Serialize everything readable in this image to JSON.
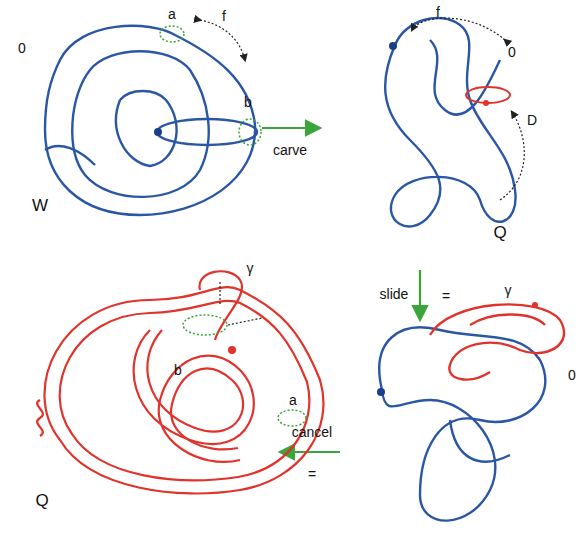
{
  "diagram": {
    "labels": [
      "0",
      "a",
      "f",
      "b",
      "W",
      "carve",
      "f",
      "0",
      "D",
      "Q",
      "slide",
      "=",
      "γ",
      "0",
      "cancel",
      "=",
      "γ",
      "b",
      "a",
      "Q"
    ]
  }
}
